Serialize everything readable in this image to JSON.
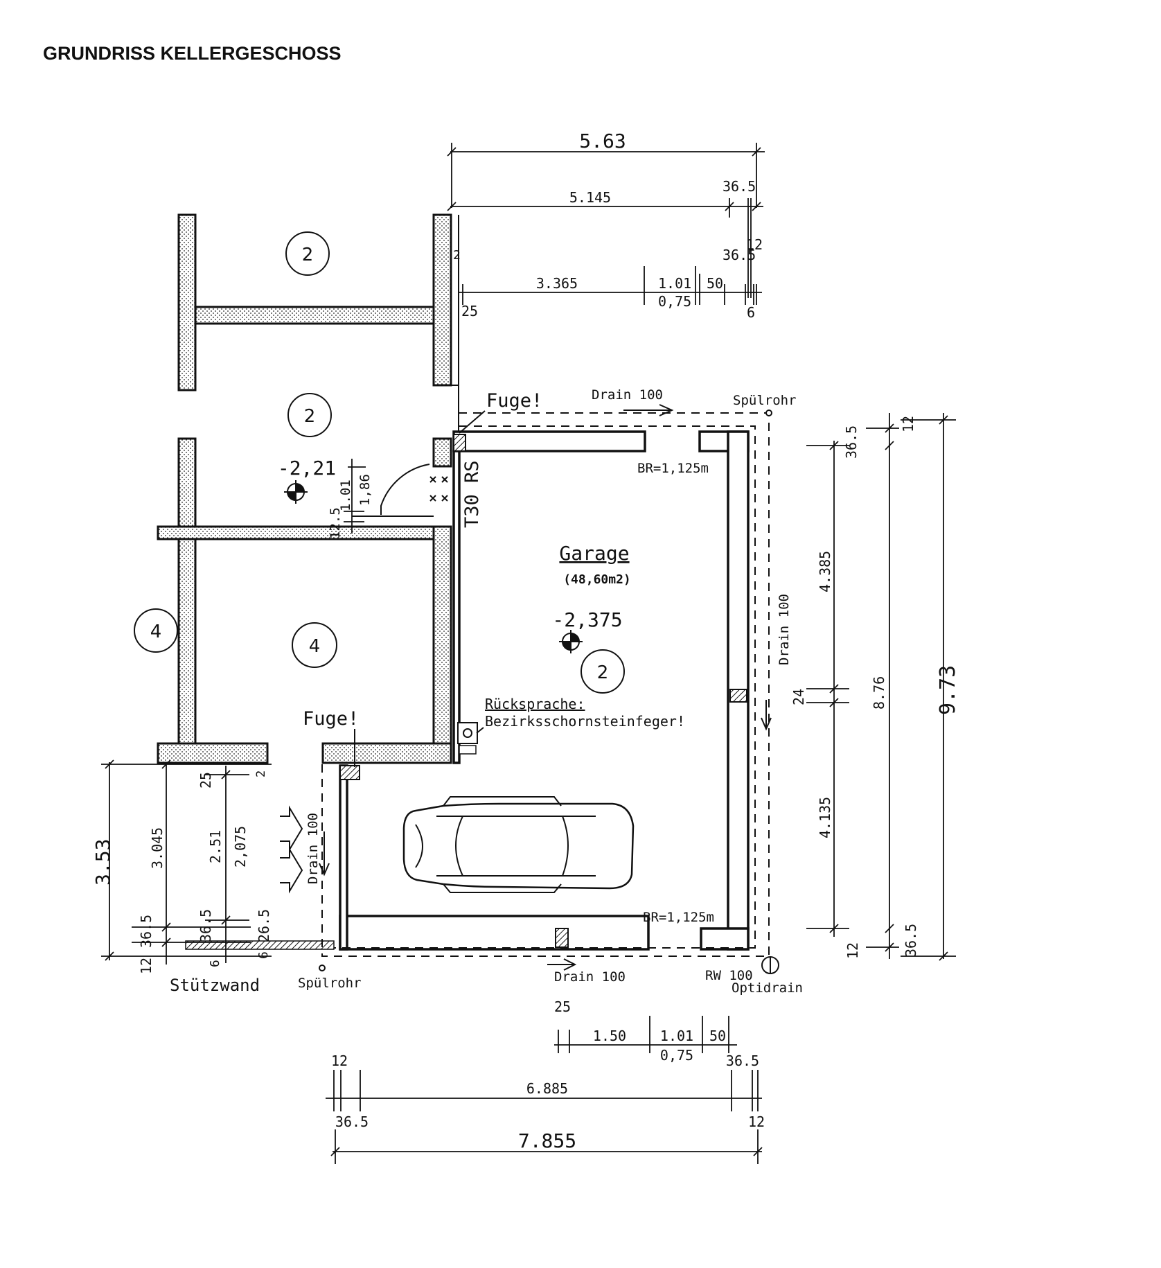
{
  "title": "GRUNDRISS KELLERGESCHOSS",
  "rooms": {
    "garage_name": "Garage",
    "garage_area": "(48,60m2)",
    "garage_level": "-2,375",
    "upper_level": "-2,21",
    "badges": [
      "2",
      "2",
      "2",
      "4",
      "4"
    ]
  },
  "notes": {
    "fuge": "Fuge!",
    "door": "T30 RS",
    "rueck_label": "Rücksprache:",
    "rueck_text": "Bezirksschornsteinfeger!",
    "br": "BR=1,125m",
    "drain": "Drain 100",
    "spuelrohr": "Spülrohr",
    "rw": "RW 100",
    "optidrain": "Optidrain",
    "stuetzwand": "Stützwand"
  },
  "dims": {
    "top_total": "5.63",
    "top_inner": "5.145",
    "top_365a": "36.5",
    "top_365b": "36.5",
    "top_12": "12",
    "top_3365": "3.365",
    "top_101": "1.01",
    "top_50": "50",
    "top_075": "0,75",
    "top_25": "25",
    "top_6": "6",
    "top_2": "2",
    "door_101": "1.01",
    "door_186": "1,86",
    "door_125": "12.5",
    "right_973": "9.73",
    "right_876": "8.76",
    "right_4385": "4.385",
    "right_24": "24",
    "right_4135": "4.135",
    "right_365a": "36.5",
    "right_12a": "12",
    "right_365b": "36.5",
    "right_12b": "12",
    "left_353": "3.53",
    "left_3045": "3.045",
    "left_251": "2.51",
    "left_2075": "2,075",
    "left_365a": "36.5",
    "left_365b": "36.5",
    "left_265": "26.5",
    "left_25": "25",
    "left_2": "2",
    "left_12": "12",
    "left_6a": "6",
    "left_6b": "6",
    "bot_25": "25",
    "bot_150": "1.50",
    "bot_101": "1.01",
    "bot_50": "50",
    "bot_075": "0,75",
    "bot_12a": "12",
    "bot_365a": "36.5",
    "bot_6885": "6.885",
    "bot_365b": "36.5",
    "bot_12b": "12",
    "bot_7855": "7.855"
  }
}
